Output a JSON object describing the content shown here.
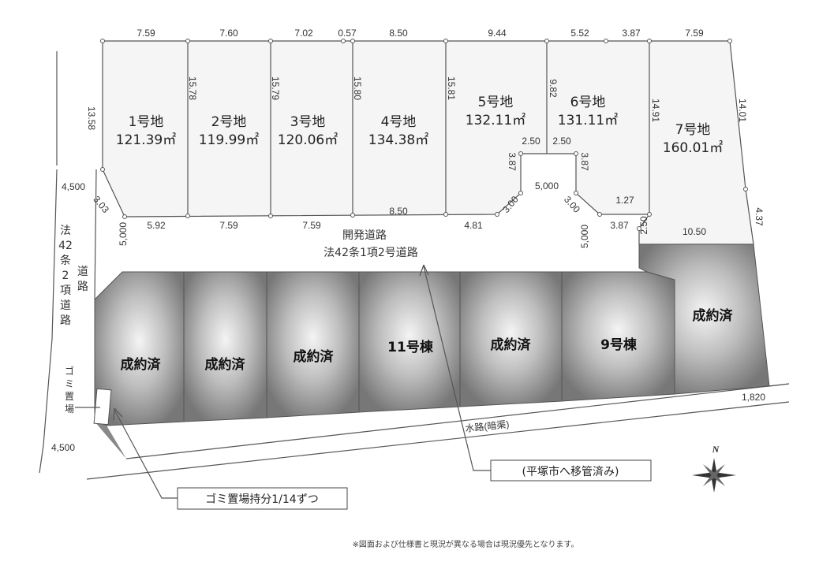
{
  "top_lots": [
    {
      "name": "1号地",
      "area": "121.39㎡"
    },
    {
      "name": "2号地",
      "area": "119.99㎡"
    },
    {
      "name": "3号地",
      "area": "120.06㎡"
    },
    {
      "name": "4号地",
      "area": "134.38㎡"
    },
    {
      "name": "5号地",
      "area": "132.11㎡"
    },
    {
      "name": "6号地",
      "area": "131.11㎡"
    },
    {
      "name": "7号地",
      "area": "160.01㎡"
    }
  ],
  "bottom_lots": [
    "成約済",
    "成約済",
    "成約済",
    "11号棟",
    "成約済",
    "9号棟",
    "成約済"
  ],
  "dims": [
    "7.59",
    "7.60",
    "7.02",
    "0.57",
    "8.50",
    "9.44",
    "5.52",
    "3.87",
    "7.59",
    "13.58",
    "15.78",
    "15.79",
    "15.80",
    "15.81",
    "9.82",
    "14.91",
    "14.01",
    "2.50",
    "2.50",
    "3.87",
    "3.87",
    "5,000",
    "1.27",
    "3.00",
    "3.00",
    "2.50",
    "4.37",
    "4,500",
    "3.03",
    "5.92",
    "7.59",
    "7.59",
    "8.50",
    "4.81",
    "3.87",
    "10.50",
    "5,000",
    "5,000",
    "4,500",
    "1,820"
  ],
  "road": {
    "line1": "開発道路",
    "line2": "法42条1項2号道路"
  },
  "left_road": {
    "col1": [
      "法",
      "42",
      "条",
      "2",
      "項",
      "道",
      "路"
    ],
    "col2": [
      "道",
      "路"
    ]
  },
  "garbage": [
    "ゴ",
    "ミ",
    "置",
    "場"
  ],
  "waterway": "水路(暗渠)",
  "callouts": {
    "road": "(平塚市へ移管済み)",
    "garbage": "ゴミ置場持分1/14ずつ"
  },
  "north": "N",
  "footnote": "※図面および仕様書と現況が異なる場合は現況優先となります。"
}
